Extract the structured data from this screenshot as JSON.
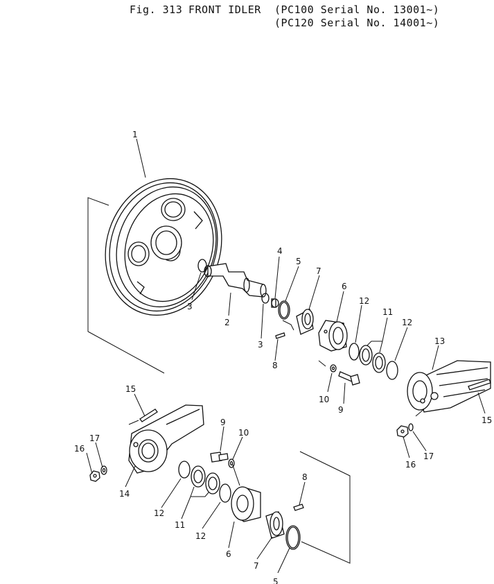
{
  "header": {
    "fig": "Fig. 313",
    "title": "FRONT IDLER",
    "serial_1": "(PC100 Serial No. 13001~)",
    "serial_2": "(PC120 Serial No. 14001~)"
  },
  "callouts": {
    "c1": "1",
    "c2": "2",
    "c3a": "3",
    "c3b": "3",
    "c4": "4",
    "c5a": "5",
    "c5b": "5",
    "c6a": "6",
    "c6b": "6",
    "c7a": "7",
    "c7b": "7",
    "c8a": "8",
    "c8b": "8",
    "c9a": "9",
    "c9b": "9",
    "c10a": "10",
    "c10b": "10",
    "c11a": "11",
    "c11b": "11",
    "c12a": "12",
    "c12b": "12",
    "c12c": "12",
    "c12d": "12",
    "c13": "13",
    "c14": "14",
    "c15a": "15",
    "c15b": "15",
    "c16a": "16",
    "c16b": "16",
    "c17a": "17",
    "c17b": "17"
  }
}
